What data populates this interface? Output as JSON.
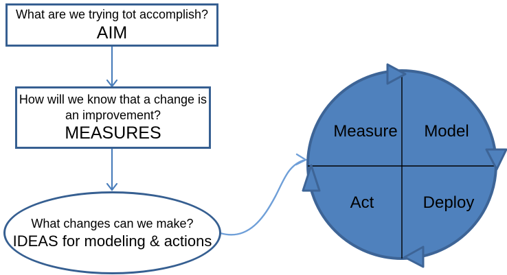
{
  "diagram": {
    "title_implied": "Model for improvement cycle",
    "aim_box": {
      "question": "What are we trying tot accomplish?",
      "keyword": "AIM"
    },
    "measures_box": {
      "question": "How will we know that a change is an improvement?",
      "keyword": "MEASURES"
    },
    "ideas_ellipse": {
      "question": "What changes can we make?",
      "keyword": "IDEAS for modeling & actions"
    },
    "cycle": {
      "quadrants": [
        "Measure",
        "Model",
        "Act",
        "Deploy"
      ],
      "direction": "clockwise"
    },
    "colors": {
      "shape_border": "#365F91",
      "connector_arrow": "#4A7EBB",
      "curved_arrow": "#6F9FD8",
      "circle_fill": "#4F81BD",
      "circle_border": "#3D6496",
      "divider_line": "#000000",
      "text": "#000000",
      "background": "#FFFFFF"
    }
  }
}
